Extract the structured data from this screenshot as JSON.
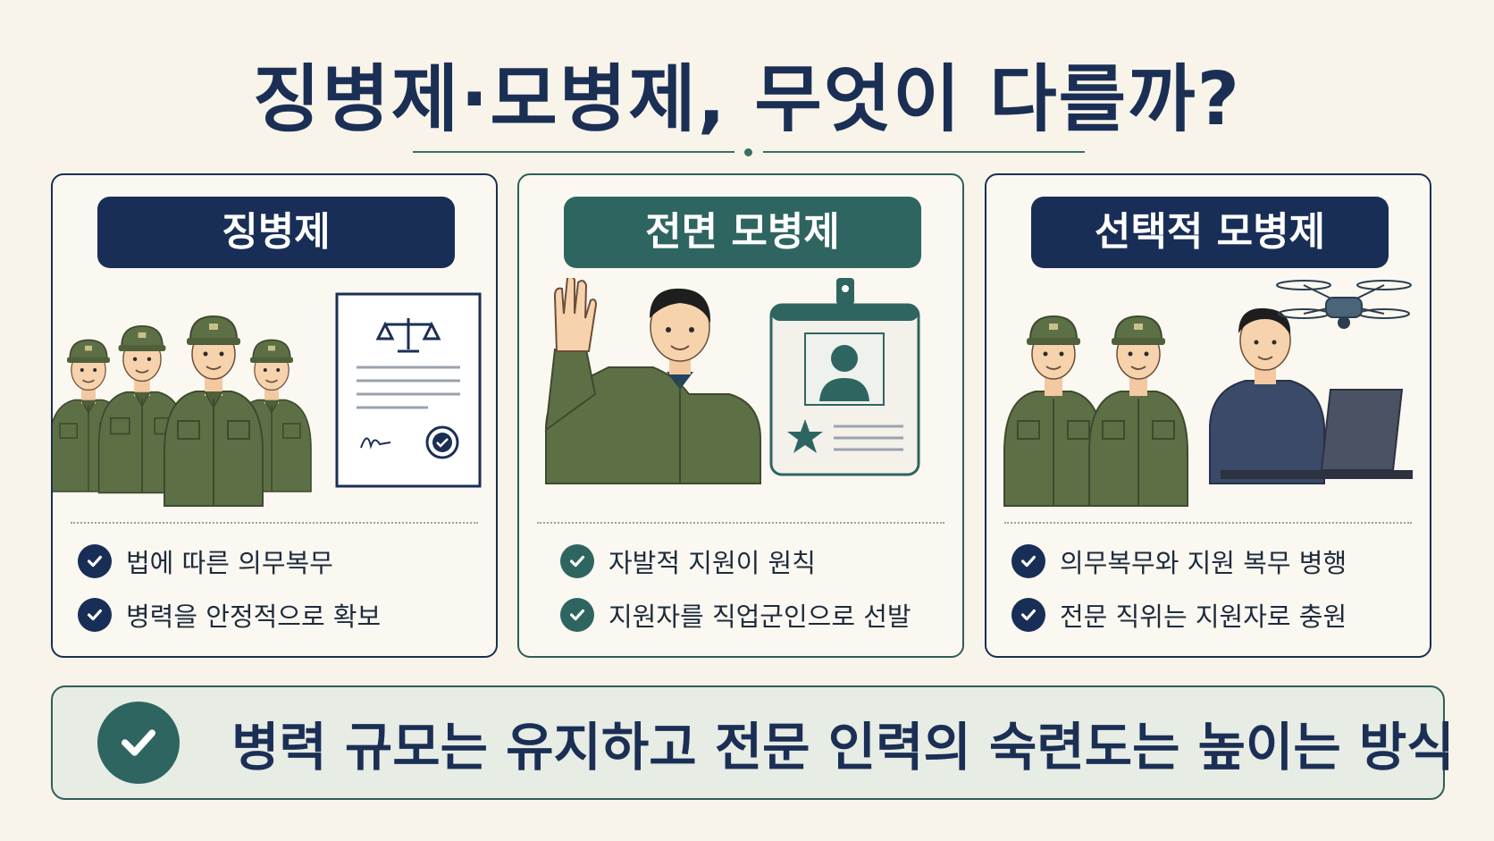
{
  "title": "징병제·모병제, 무엇이 다를까?",
  "cards": [
    {
      "heading": "징병제",
      "items": [
        "법에 따른 의무복무",
        "병력을 안정적으로 확보"
      ],
      "illustration": [
        "soldier-group",
        "scales-icon",
        "document-icon",
        "check-seal-icon"
      ]
    },
    {
      "heading": "전면 모병제",
      "items": [
        "자발적 지원이 원칙",
        "지원자를 직업군인으로 선발"
      ],
      "illustration": [
        "volunteer-raising-hand",
        "id-badge-icon",
        "star-icon"
      ]
    },
    {
      "heading": "선택적 모병제",
      "items": [
        "의무복무와 지원 복무 병행",
        "전문 직위는 지원자로 충원"
      ],
      "illustration": [
        "soldier-group",
        "specialist-with-laptop",
        "drone-icon"
      ]
    }
  ],
  "banner": {
    "text": "병력 규모는 유지하고 전문 인력의 숙련도는 높이는 방식",
    "icon": "check-circle-icon"
  },
  "colors": {
    "navy": "#1b2f55",
    "teal": "#2f6561",
    "olive": "#5d7045",
    "background": "#f8f4ea"
  }
}
